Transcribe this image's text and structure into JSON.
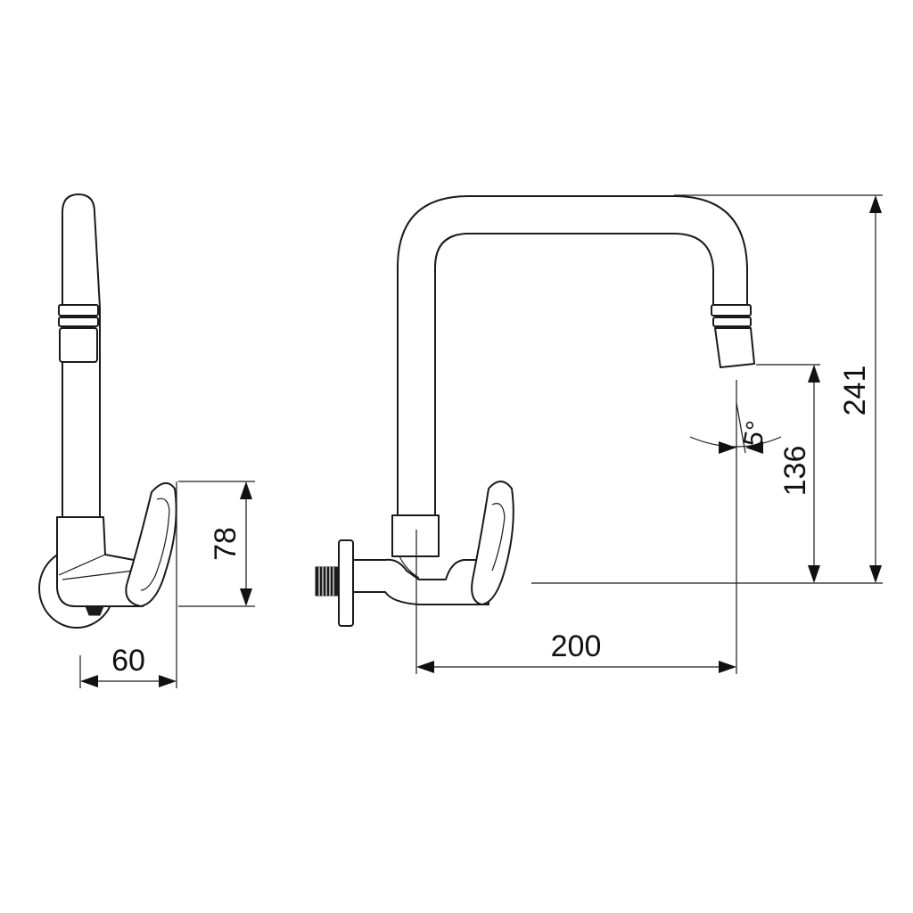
{
  "dimensions": {
    "side_height": "78",
    "side_depth": "60",
    "spout_reach": "200",
    "spout_outlet_height": "136",
    "total_height": "241",
    "spout_angle": "5°"
  },
  "colors": {
    "line": "#1a1a1a",
    "background": "#ffffff"
  }
}
